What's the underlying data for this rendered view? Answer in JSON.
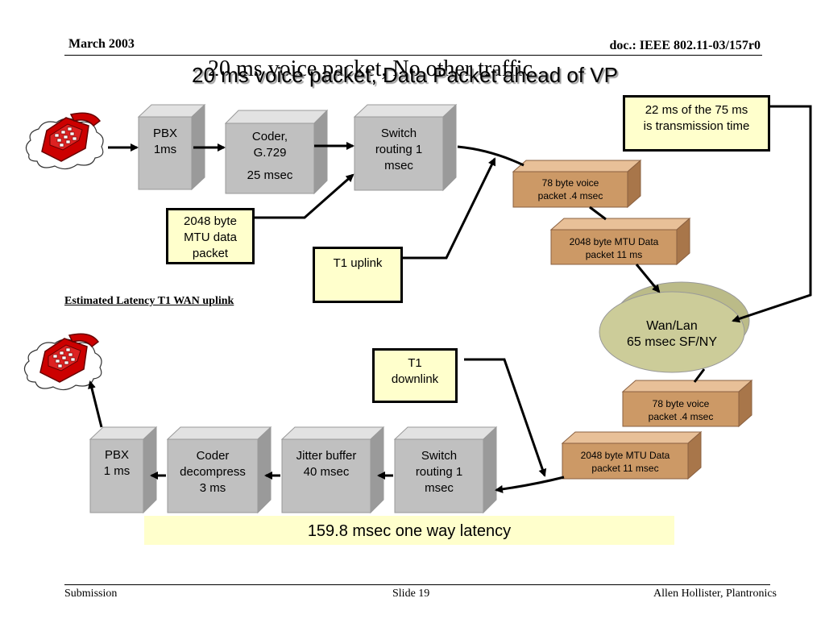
{
  "header": {
    "date": "March 2003",
    "doc_id": "doc.: IEEE 802.11-03/157r0"
  },
  "title": {
    "ghost": "20 ms voice packet, No other traffic",
    "main": "20 ms voice packet, Data Packet ahead of VP"
  },
  "top_path": {
    "pbx": {
      "line1": "PBX",
      "line2": "1ms"
    },
    "coder": {
      "line1": "Coder,",
      "line2": "G.729",
      "line3": "25 msec"
    },
    "switch": {
      "line1": "Switch",
      "line2": "routing 1",
      "line3": "msec"
    }
  },
  "callouts": {
    "mtu": {
      "line1": "2048 byte",
      "line2": "MTU data",
      "line3": "packet"
    },
    "t1_uplink": "T1 uplink",
    "transmission": {
      "line1": "22 ms of the 75 ms",
      "line2": "is transmission time"
    },
    "t1_downlink": {
      "line1": "T1",
      "line2": "downlink"
    }
  },
  "packets": {
    "up_voice": {
      "line1": "78 byte voice",
      "line2": "packet .4 msec"
    },
    "up_data": {
      "line1": "2048 byte MTU Data",
      "line2": "packet 11 ms"
    },
    "down_voice": {
      "line1": "78 byte voice",
      "line2": "packet .4 msec"
    },
    "down_data": {
      "line1": "2048 byte MTU Data",
      "line2": "packet 11 msec"
    }
  },
  "wan": {
    "line1": "Wan/Lan",
    "line2": "65 msec SF/NY"
  },
  "estimate_label": "Estimated Latency T1 WAN uplink",
  "bottom_path": {
    "pbx": {
      "line1": "PBX",
      "line2": "1 ms"
    },
    "decoder": {
      "line1": "Coder",
      "line2": "decompress",
      "line3": "3 ms"
    },
    "jitter": {
      "line1": "Jitter buffer",
      "line2": "40 msec"
    },
    "switch": {
      "line1": "Switch",
      "line2": "routing 1",
      "line3": "msec"
    }
  },
  "latency_banner": "159.8 msec one way latency",
  "footer": {
    "left": "Submission",
    "center": "Slide 19",
    "right": "Allen Hollister, Plantronics"
  },
  "icons": [
    "telephone-icon",
    "box-3d-shape",
    "packet-slab-shape",
    "cloud-ellipse-shape"
  ],
  "colors": {
    "box_front": "#c0c0c0",
    "box_top": "#e2e2e2",
    "box_side": "#9a9a9a",
    "packet_front": "#cc9966",
    "packet_top": "#e8c098",
    "packet_side": "#a8764a",
    "callout_fill": "#ffffcc",
    "banner_fill": "#ffffcc",
    "cloud": "#cccc99",
    "phone": "#cc0000"
  }
}
